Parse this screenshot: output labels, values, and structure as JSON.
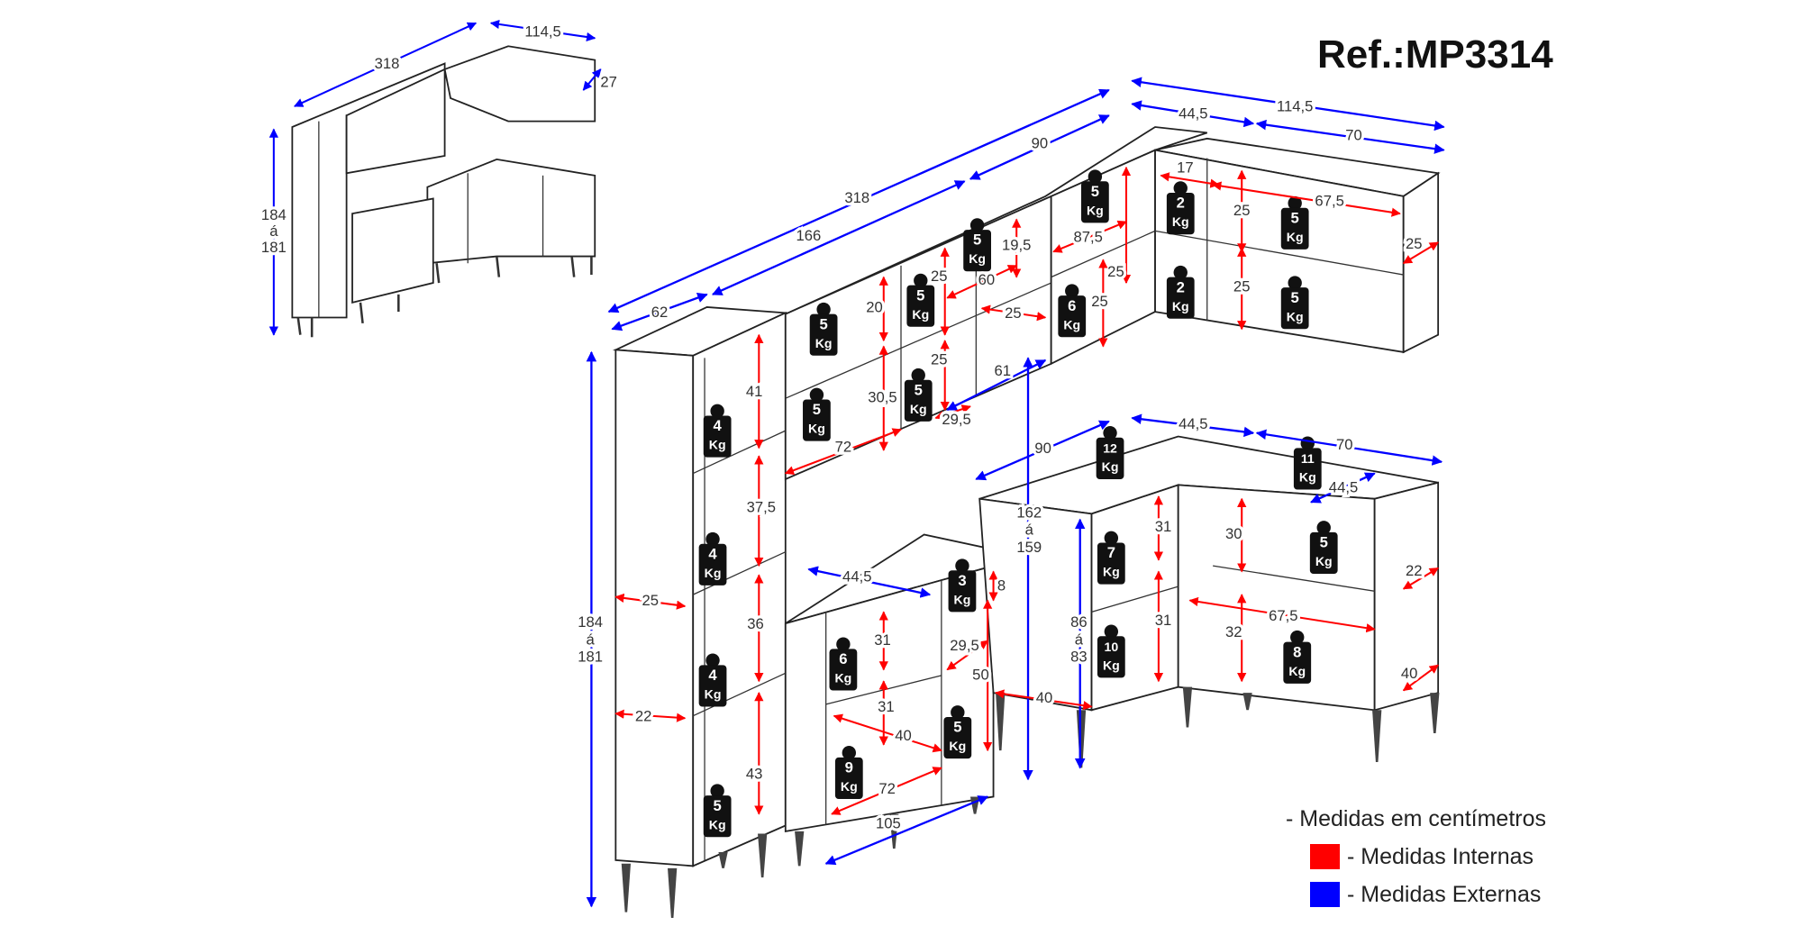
{
  "reference": "Ref.:MP3314",
  "legend": {
    "units_note": "- Medidas em centímetros",
    "internal_label": "- Medidas Internas",
    "external_label": "- Medidas Externas",
    "internal_color": "#ff0000",
    "external_color": "#0000ff"
  },
  "thumbnail": {
    "dimensions": [
      "318",
      "114,5",
      "27",
      "184",
      "á",
      "181"
    ]
  },
  "dimensions": [
    {
      "value": "318",
      "type": "external"
    },
    {
      "value": "166",
      "type": "external"
    },
    {
      "value": "90",
      "type": "external"
    },
    {
      "value": "62",
      "type": "external"
    },
    {
      "value": "114,5",
      "type": "external"
    },
    {
      "value": "44,5",
      "type": "external"
    },
    {
      "value": "70",
      "type": "external"
    },
    {
      "value": "25",
      "type": "internal"
    },
    {
      "value": "61",
      "type": "external"
    },
    {
      "value": "90",
      "type": "external"
    },
    {
      "value": "162 á 159",
      "type": "external"
    },
    {
      "value": "44,5",
      "type": "external"
    },
    {
      "value": "70",
      "type": "external"
    },
    {
      "value": "44,5",
      "type": "external"
    },
    {
      "value": "22",
      "type": "internal"
    },
    {
      "value": "40",
      "type": "internal"
    },
    {
      "value": "184 á 181",
      "type": "external"
    },
    {
      "value": "105",
      "type": "external"
    },
    {
      "value": "44,5",
      "type": "external"
    },
    {
      "value": "86 á 83",
      "type": "external"
    },
    {
      "value": "40",
      "type": "internal"
    },
    {
      "value": "41",
      "type": "internal"
    },
    {
      "value": "37,5",
      "type": "internal"
    },
    {
      "value": "36",
      "type": "internal"
    },
    {
      "value": "43",
      "type": "internal"
    },
    {
      "value": "25",
      "type": "internal"
    },
    {
      "value": "22",
      "type": "internal"
    },
    {
      "value": "20",
      "type": "internal"
    },
    {
      "value": "30,5",
      "type": "internal"
    },
    {
      "value": "72",
      "type": "internal"
    },
    {
      "value": "25",
      "type": "internal"
    },
    {
      "value": "25",
      "type": "internal"
    },
    {
      "value": "29,5",
      "type": "internal"
    },
    {
      "value": "19,5",
      "type": "internal"
    },
    {
      "value": "60",
      "type": "internal"
    },
    {
      "value": "25",
      "type": "internal"
    },
    {
      "value": "87,5",
      "type": "internal"
    },
    {
      "value": "25",
      "type": "internal"
    },
    {
      "value": "25",
      "type": "internal"
    },
    {
      "value": "17",
      "type": "internal"
    },
    {
      "value": "67,5",
      "type": "internal"
    },
    {
      "value": "25",
      "type": "internal"
    },
    {
      "value": "25",
      "type": "internal"
    },
    {
      "value": "31",
      "type": "internal"
    },
    {
      "value": "31",
      "type": "internal"
    },
    {
      "value": "40",
      "type": "internal"
    },
    {
      "value": "72",
      "type": "internal"
    },
    {
      "value": "8",
      "type": "internal"
    },
    {
      "value": "29,5",
      "type": "internal"
    },
    {
      "value": "50",
      "type": "internal"
    },
    {
      "value": "31",
      "type": "internal"
    },
    {
      "value": "31",
      "type": "internal"
    },
    {
      "value": "30",
      "type": "internal"
    },
    {
      "value": "67,5",
      "type": "internal"
    },
    {
      "value": "32",
      "type": "internal"
    }
  ],
  "weight_unit": "Kg",
  "weights": [
    "4",
    "4",
    "4",
    "5",
    "5",
    "5",
    "5",
    "5",
    "5",
    "5",
    "6",
    "2",
    "2",
    "5",
    "5",
    "12",
    "11",
    "3",
    "6",
    "7",
    "10",
    "5",
    "8",
    "9",
    "5"
  ]
}
